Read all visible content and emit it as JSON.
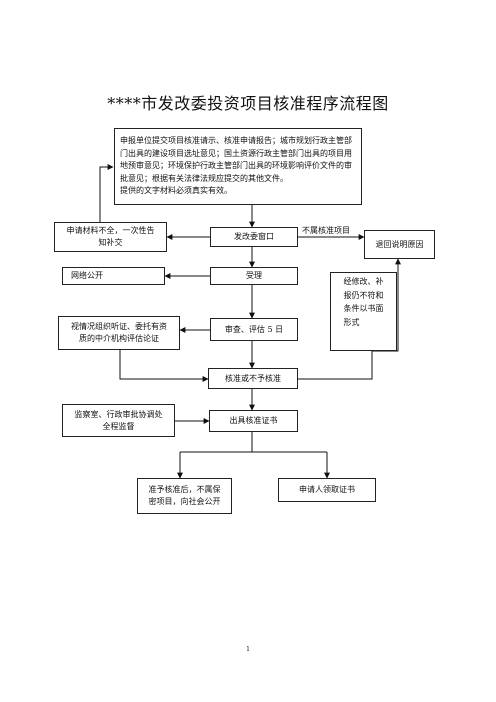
{
  "title": "****市发改委投资项目核准程序流程图",
  "nodes": {
    "application": "申报单位提交项目核准请示、核准申请报告；城市规划行政主管部门出具的建设项目选址意见；国土资源行政主管部门出具的项目用地预审意见；环境保护行政主管部门出具的环境影响评价文件的审批意见；根据有关法律法规应提交的其他文件。\n提供的文字材料必须真实有效。",
    "incomplete": "申请材料不全，一次性告\n知补交",
    "window": "发改委窗口",
    "return_reason": "退回说明原因",
    "online": "网络公开",
    "accept": "受理",
    "after_revision": "经修改、补\n报仍不符和\n条件以书面\n形式",
    "hearing": "视情况组织听证、委托有资\n质的中介机构评估论证",
    "review": "审查、评估 5 日",
    "approve_or_not": "核准或不予核准",
    "supervision": "监察室、行政审批协调处\n全程监督",
    "certificate": "出具核准证书",
    "public": "准予核准后，不属保\n密项目，向社会公开",
    "collect": "申请人领取证书"
  },
  "edge_labels": {
    "not_in_scope": "不属核准项目"
  },
  "page_number": "1"
}
